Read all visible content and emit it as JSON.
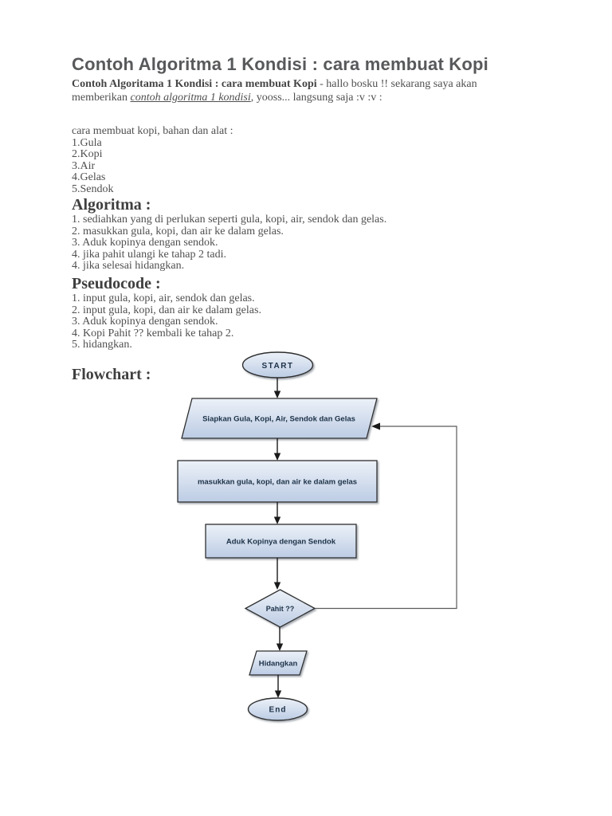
{
  "page": {
    "title": "Contoh Algoritma 1 Kondisi : cara membuat Kopi",
    "intro": {
      "bold_lead": "Contoh Algoritama 1 Kondisi : cara membuat Kopi",
      "text_after_bold": " - hallo bosku !! sekarang saya akan memberikan ",
      "link_phrase": "contoh algoritma 1 kondisi",
      "text_end": ", yooss... langsung saja :v :v :"
    },
    "materials": {
      "title": "cara membuat kopi, bahan dan alat :",
      "items": [
        "1.Gula",
        "2.Kopi",
        "3.Air",
        "4.Gelas",
        "5.Sendok"
      ]
    },
    "algoritma": {
      "heading": "Algoritma :",
      "steps": [
        "1. sediahkan yang di perlukan seperti gula, kopi, air, sendok dan gelas.",
        "2. masukkan gula, kopi, dan air ke dalam gelas.",
        "3. Aduk kopinya dengan sendok.",
        "4. jika pahit ulangi ke tahap 2 tadi.",
        "4. jika selesai hidangkan."
      ]
    },
    "pseudocode": {
      "heading": "Pseudocode :",
      "steps": [
        "1. input gula, kopi, air, sendok dan gelas.",
        "2. input gula, kopi, dan air ke dalam gelas.",
        "3. Aduk kopinya dengan sendok.",
        "4. Kopi Pahit ?? kembali ke tahap 2.",
        "5. hidangkan."
      ]
    },
    "flowchart": {
      "heading": "Flowchart :",
      "nodes": {
        "start": "START",
        "prepare": "Siapkan Gula, Kopi, Air, Sendok dan Gelas",
        "insert": "masukkan gula, kopi, dan air ke dalam gelas",
        "stir": "Aduk Kopinya dengan Sendok",
        "decision": "Pahit ??",
        "serve": "Hidangkan",
        "end": "End"
      }
    },
    "colors": {
      "shape_fill_top": "#eaeff7",
      "shape_fill_bottom": "#bccce4",
      "shape_border": "#333333",
      "title_gray": "#58595b",
      "body_text": "#4f4f4f"
    }
  }
}
